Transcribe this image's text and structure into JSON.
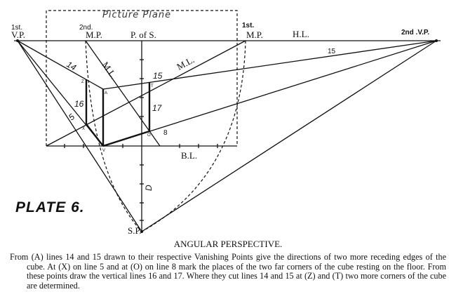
{
  "diagram": {
    "picture_plane": "Picture Plane",
    "vp1": {
      "line1": "1st.",
      "line2": "V.P."
    },
    "mp2": {
      "line1": "2nd.",
      "line2": "M.P."
    },
    "pos": "P. of S.",
    "mp1": {
      "line1": "1st.",
      "line2": "M.P."
    },
    "hl": "H.L.",
    "vp2": "2nd .V.P.",
    "bl": "B.L.",
    "sp": "S.P.",
    "d": "D",
    "ml": "M.L.",
    "line_labels": {
      "l14": "14",
      "l15": "15",
      "l15b": "15",
      "l16": "16",
      "l17": "17",
      "l5": "5",
      "l8": "8"
    },
    "points": {
      "a": "A",
      "z": "Z",
      "x": "X",
      "t": "T",
      "o": "O",
      "v": "V"
    }
  },
  "plate": "PLATE 6.",
  "title": "ANGULAR PERSPECTIVE.",
  "description": "From (A) lines 14 and 15 drawn to their respective Vanishing Points give the directions of two more receding edges of the cube. At (X) on line 5 and at (O) on line 8 mark the places of the two far corners of the cube resting on the floor. From these points draw the vertical lines 16 and 17. Where they cut lines 14 and 15 at (Z) and (T) two more corners of the cube are determined."
}
